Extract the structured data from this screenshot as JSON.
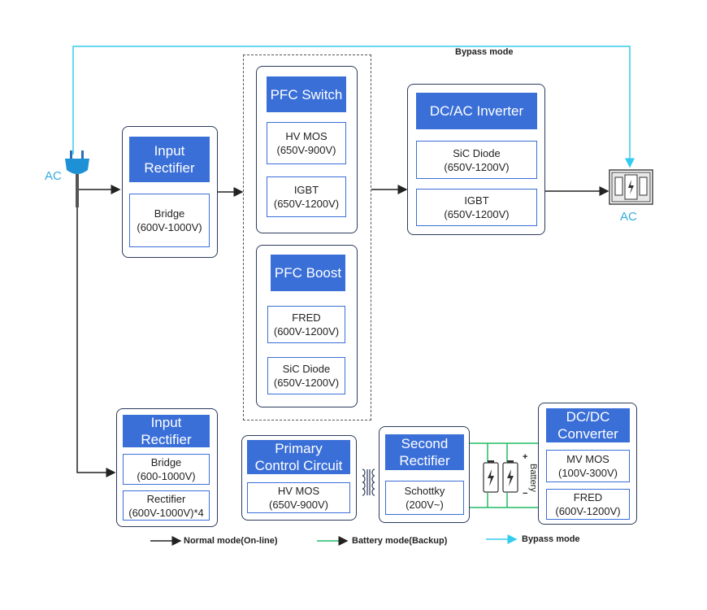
{
  "ac_left": "AC",
  "ac_right": "AC",
  "bypass_top": "Bypass mode",
  "battery_label": "Battery",
  "colors": {
    "normal": "#222222",
    "battery": "#22bb66",
    "bypass": "#33ccee",
    "title_bg": "#3a6fd8",
    "block_border": "#2b3a5c"
  },
  "input_rectifier_top": {
    "title": [
      "Input",
      "Rectifier"
    ],
    "components": [
      {
        "line1": "Bridge",
        "line2": "(600V-1000V)"
      }
    ]
  },
  "pfc_switch": {
    "title": "PFC Switch",
    "components": [
      {
        "line1": "HV MOS",
        "line2": "(650V-900V)"
      },
      {
        "line1": "IGBT",
        "line2": "(650V-1200V)"
      }
    ]
  },
  "pfc_boost": {
    "title": "PFC Boost",
    "components": [
      {
        "line1": "FRED",
        "line2": "(600V-1200V)"
      },
      {
        "line1": "SiC Diode",
        "line2": "(650V-1200V)"
      }
    ]
  },
  "dcac_inverter": {
    "title": "DC/AC Inverter",
    "components": [
      {
        "line1": "SiC Diode",
        "line2": "(650V-1200V)"
      },
      {
        "line1": "IGBT",
        "line2": "(650V-1200V)"
      }
    ]
  },
  "input_rectifier_bottom": {
    "title": [
      "Input",
      "Rectifier"
    ],
    "components": [
      {
        "line1": "Bridge",
        "line2": "(600-1000V)"
      },
      {
        "line1": "Rectifier",
        "line2": "(600V-1000V)*4"
      }
    ]
  },
  "primary_control": {
    "title": [
      "Primary",
      "Control Circuit"
    ],
    "components": [
      {
        "line1": "HV MOS",
        "line2": "(650V-900V)"
      }
    ]
  },
  "second_rectifier": {
    "title": [
      "Second",
      "Rectifier"
    ],
    "components": [
      {
        "line1": "Schottky",
        "line2": "(200V~)"
      }
    ]
  },
  "dcdc_converter": {
    "title": [
      "DC/DC",
      "Converter"
    ],
    "components": [
      {
        "line1": "MV MOS",
        "line2": "(100V-300V)"
      },
      {
        "line1": "FRED",
        "line2": "(600V-1200V)"
      }
    ]
  },
  "legend": {
    "normal": "Normal mode(On-line)",
    "battery": "Battery mode(Backup)",
    "bypass": "Bypass mode"
  }
}
